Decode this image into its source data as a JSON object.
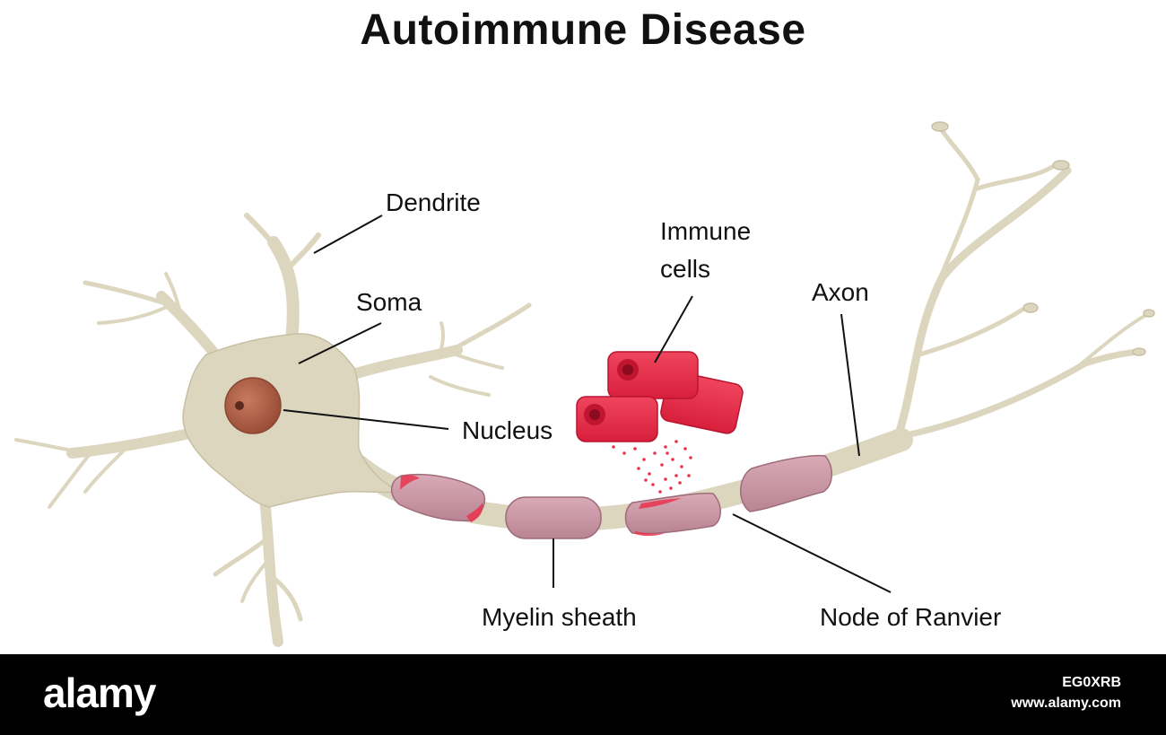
{
  "title": "Autoimmune Disease",
  "labels": {
    "dendrite": "Dendrite",
    "soma": "Soma",
    "nucleus": "Nucleus",
    "immune_cells_line1": "Immune",
    "immune_cells_line2": "cells",
    "axon": "Axon",
    "myelin_sheath": "Myelin sheath",
    "node_of_ranvier": "Node of Ranvier"
  },
  "footer": {
    "logo": "alamy",
    "image_id": "EG0XRB",
    "site": "www.alamy.com"
  },
  "colors": {
    "neuron": "#ddd6bf",
    "neuron_stroke": "#c8bfa4",
    "nucleus": "#b5664c",
    "myelin": "#c998a6",
    "immune_cell": "#e8344e",
    "damage": "#e8344e",
    "footer": "#000000"
  }
}
